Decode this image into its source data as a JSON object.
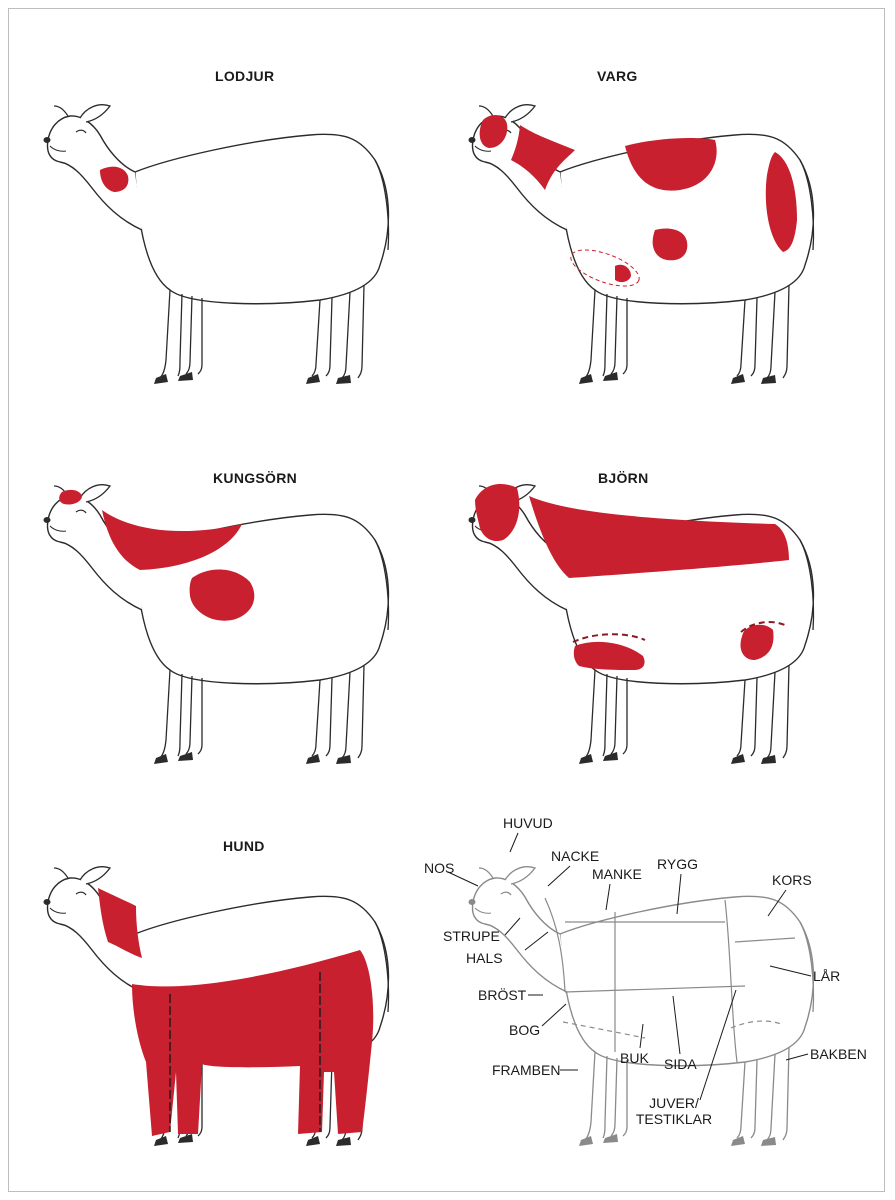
{
  "colors": {
    "wound": "#c8202f",
    "outline": "#2b2b2b",
    "key_outline": "#8a8a8a",
    "dashed": "#8b1a24"
  },
  "panels": [
    {
      "id": "lodjur",
      "title": "LODJUR"
    },
    {
      "id": "varg",
      "title": "VARG"
    },
    {
      "id": "kungsorn",
      "title": "KUNGSÖRN"
    },
    {
      "id": "bjorn",
      "title": "BJÖRN"
    },
    {
      "id": "hund",
      "title": "HUND"
    }
  ],
  "key_labels": {
    "huvud": "HUVUD",
    "nos": "NOS",
    "nacke": "NACKE",
    "manke": "MANKE",
    "rygg": "RYGG",
    "kors": "KORS",
    "strupe": "STRUPE",
    "hals": "HALS",
    "lar": "LÅR",
    "brost": "BRÖST",
    "bog": "BOG",
    "framben": "FRAMBEN",
    "buk": "BUK",
    "sida": "SIDA",
    "bakben": "BAKBEN",
    "juver_line1": "JUVER/",
    "juver_line2": "TESTIKLAR"
  }
}
